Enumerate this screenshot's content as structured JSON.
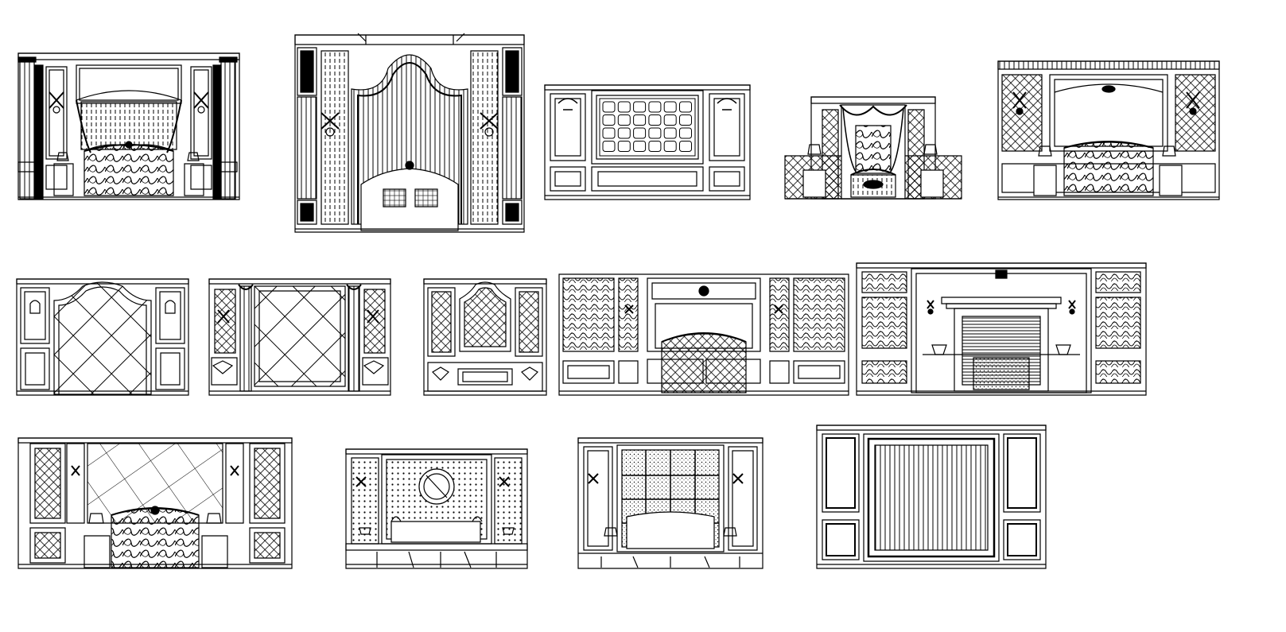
{
  "sheet": {
    "background": "#ffffff",
    "line_color": "#000000"
  },
  "elevations": [
    {
      "id": 1,
      "motif": "canopy-bed-columns"
    },
    {
      "id": 2,
      "motif": "arched-stripe-wall"
    },
    {
      "id": 3,
      "motif": "tufted-grid-headboard"
    },
    {
      "id": 4,
      "motif": "draped-bed-niche"
    },
    {
      "id": 5,
      "motif": "lattice-panels-bed"
    },
    {
      "id": 6,
      "motif": "diamond-arched-panel"
    },
    {
      "id": 7,
      "motif": "diamond-pilasters"
    },
    {
      "id": 8,
      "motif": "cartouche-dotted"
    },
    {
      "id": 9,
      "motif": "damask-panels-bed"
    },
    {
      "id": 10,
      "motif": "fireplace-elevation"
    },
    {
      "id": 11,
      "motif": "diagonal-tile-bed"
    },
    {
      "id": 12,
      "motif": "round-mirror-wall"
    },
    {
      "id": 13,
      "motif": "window-grid-wall"
    },
    {
      "id": 14,
      "motif": "striped-panel-frame"
    }
  ]
}
